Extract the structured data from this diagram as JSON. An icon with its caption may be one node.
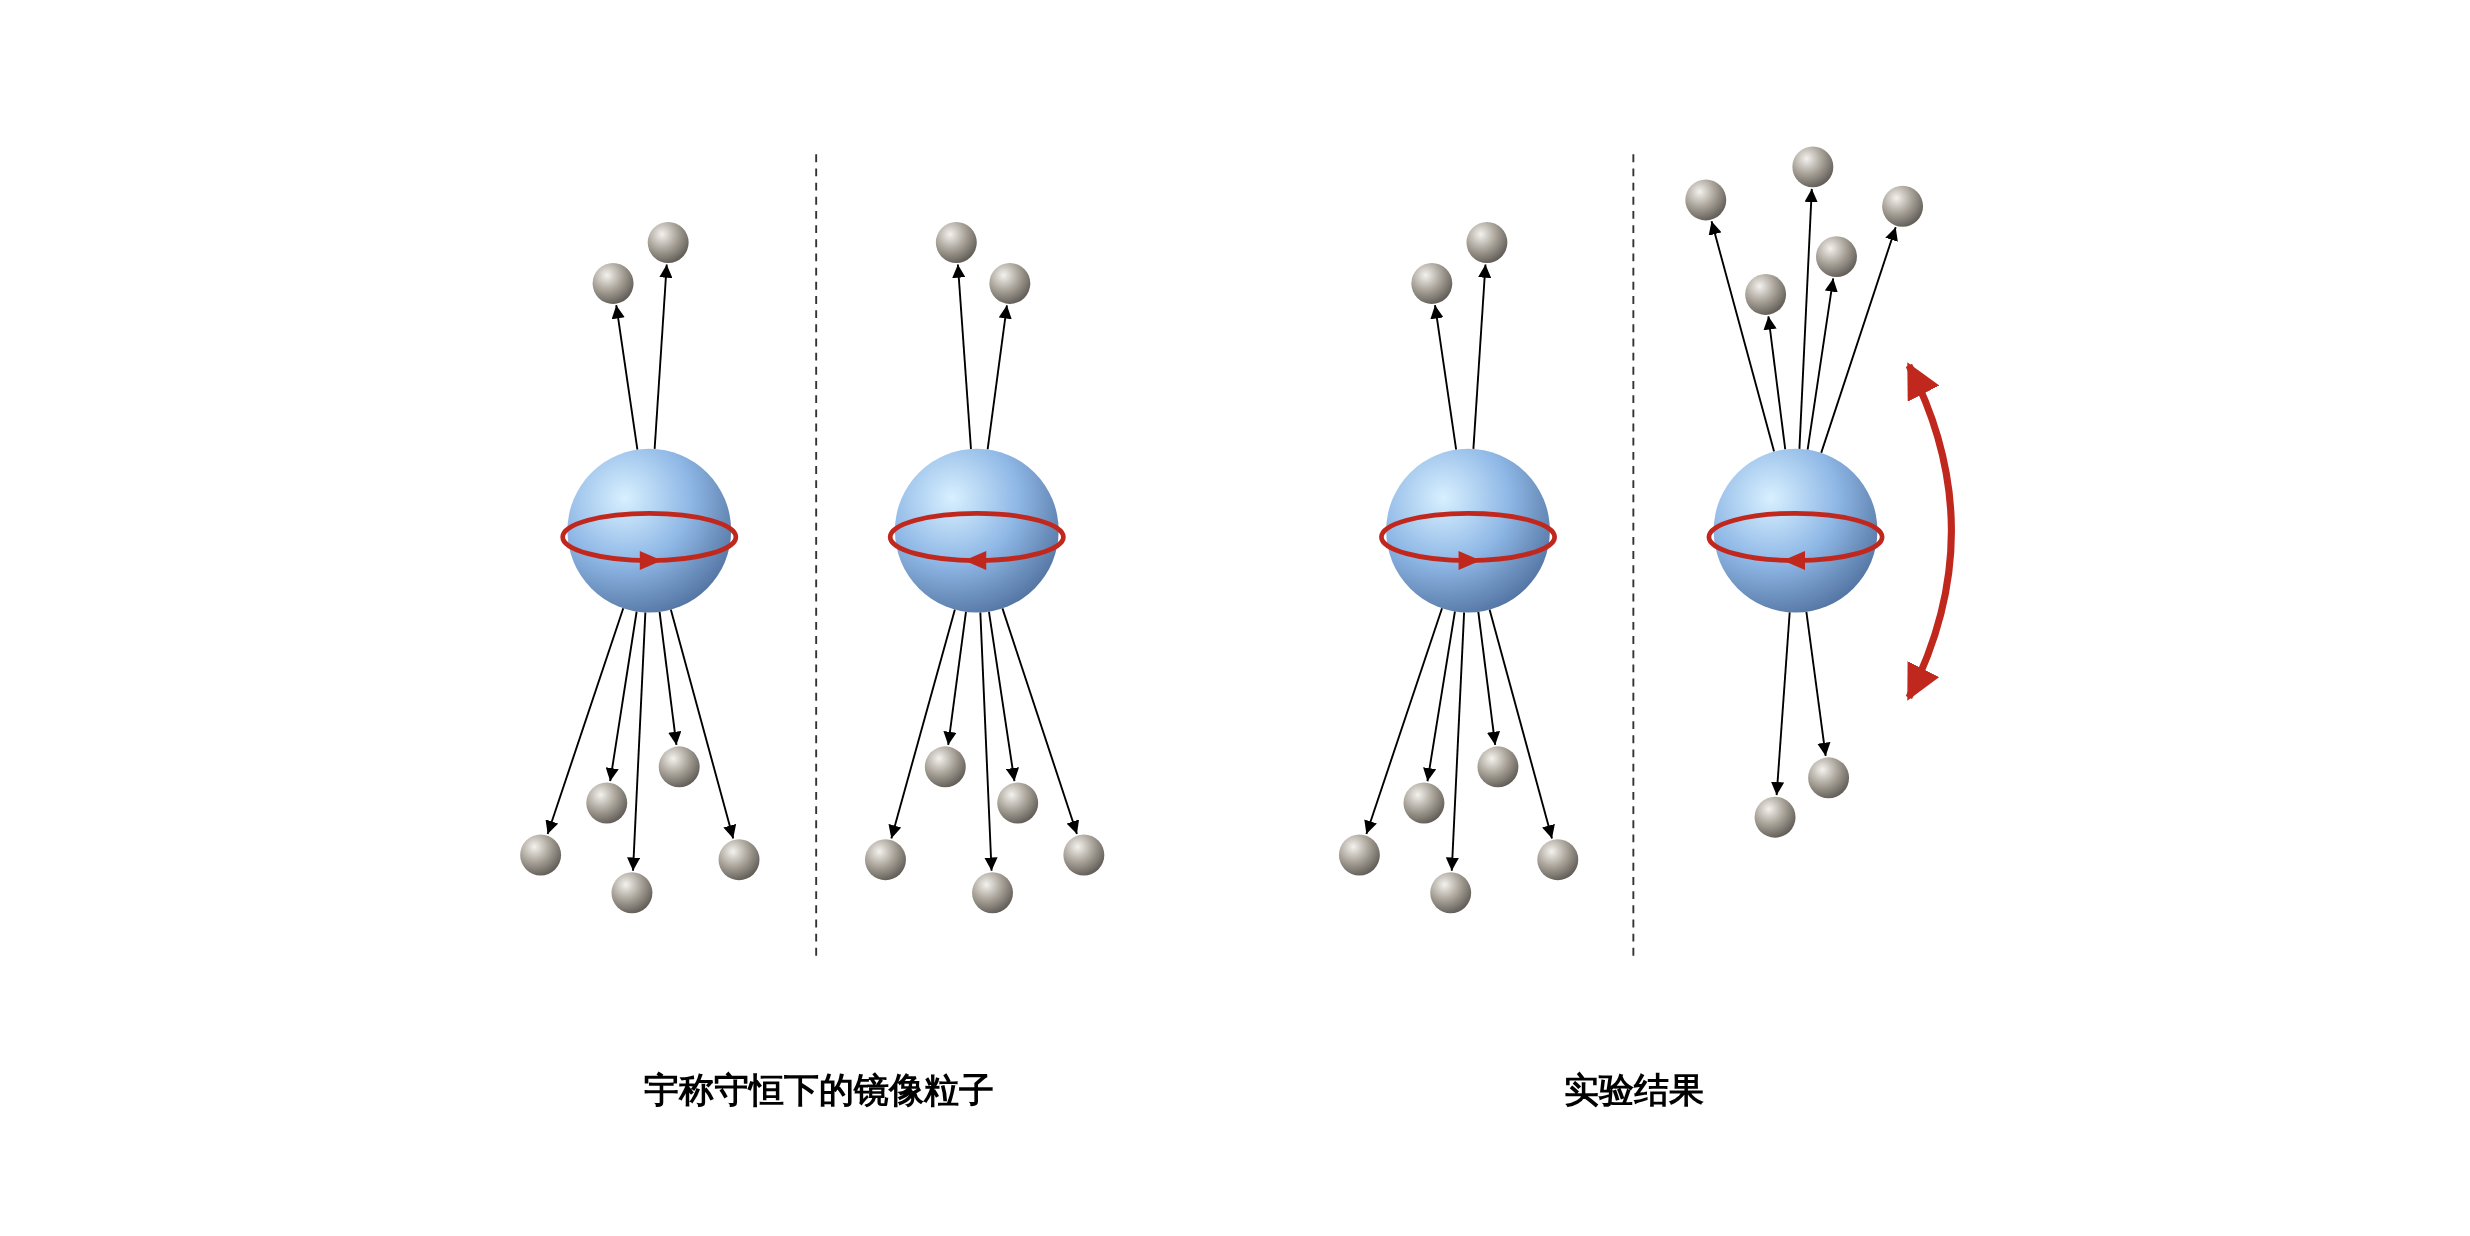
{
  "diagram": {
    "nodes": [
      {
        "text": [],
        "shape": "circle"
      },
      {
        "text": [],
        "shape": "circle"
      },
      {
        "text": [],
        "shape": "circle"
      },
      {
        "text": [],
        "shape": "circle"
      },
      {
        "text": [],
        "shape": "circle"
      },
      {
        "text": [],
        "shape": "circle"
      },
      {
        "text": [],
        "shape": "circle"
      },
      {
        "text": [],
        "shape": "circle"
      },
      {
        "text": [],
        "shape": "circle"
      },
      {
        "text": [],
        "shape": "circle"
      },
      {
        "text": [],
        "shape": "circle"
      },
      {
        "text": [],
        "shape": "circle"
      },
      {
        "text": [],
        "shape": "circle"
      },
      {
        "text": [],
        "shape": "circle"
      },
      {
        "text": [],
        "shape": "circle"
      },
      {
        "text": [],
        "shape": "circle"
      },
      {
        "text": [],
        "shape": "circle"
      },
      {
        "text": [],
        "shape": "circle"
      },
      {
        "text": [],
        "shape": "circle"
      },
      {
        "text": [],
        "shape": "circle"
      },
      {
        "text": [],
        "shape": "circle"
      },
      {
        "text": [],
        "shape": "circle"
      },
      {
        "text": [],
        "shape": "circle"
      },
      {
        "text": [],
        "shape": "circle"
      },
      {
        "text": [],
        "shape": "circle"
      },
      {
        "text": [],
        "shape": "circle"
      },
      {
        "text": [],
        "shape": "circle"
      },
      {
        "text": [],
        "shape": "circle"
      },
      {
        "text": [],
        "shape": "circle"
      },
      {
        "text": [],
        "shape": "circle"
      },
      {
        "text": [],
        "shape": "circle"
      },
      {
        "text": [],
        "shape": "circle"
      }
    ],
    "edges": [
      {
        "from": 2,
        "to": 0,
        "arrow": "to"
      },
      {
        "from": 2,
        "to": 1,
        "arrow": "to"
      },
      {
        "from": 2,
        "to": 3,
        "arrow": "to"
      },
      {
        "from": 2,
        "to": 4,
        "arrow": "to"
      },
      {
        "from": 2,
        "to": 5,
        "arrow": "to"
      },
      {
        "from": 2,
        "to": 6,
        "arrow": "to"
      },
      {
        "from": 2,
        "to": 7,
        "arrow": "to"
      },
      {
        "from": 10,
        "to": 8,
        "arrow": "to"
      },
      {
        "from": 10,
        "to": 9,
        "arrow": "to"
      },
      {
        "from": 10,
        "to": 11,
        "arrow": "to"
      },
      {
        "from": 10,
        "to": 12,
        "arrow": "to"
      },
      {
        "from": 10,
        "to": 13,
        "arrow": "to"
      },
      {
        "from": 10,
        "to": 14,
        "arrow": "to"
      },
      {
        "from": 10,
        "to": 15,
        "arrow": "to"
      },
      {
        "from": 18,
        "to": 16,
        "arrow": "to"
      },
      {
        "from": 18,
        "to": 17,
        "arrow": "to"
      },
      {
        "from": 18,
        "to": 19,
        "arrow": "to"
      },
      {
        "from": 18,
        "to": 20,
        "arrow": "to"
      },
      {
        "from": 18,
        "to": 21,
        "arrow": "to"
      },
      {
        "from": 18,
        "to": 22,
        "arrow": "to"
      },
      {
        "from": 18,
        "to": 23,
        "arrow": "to"
      },
      {
        "from": 29,
        "to": 24,
        "arrow": "to"
      },
      {
        "from": 29,
        "to": 25,
        "arrow": "to"
      },
      {
        "from": 29,
        "to": 26,
        "arrow": "to"
      },
      {
        "from": 29,
        "to": 27,
        "arrow": "to"
      },
      {
        "from": 29,
        "to": 28,
        "arrow": "to"
      },
      {
        "from": 29,
        "to": 30,
        "arrow": "to"
      },
      {
        "from": 29,
        "to": 31,
        "arrow": "to"
      }
    ],
    "labels": [
      "宇称守恒下的镜像粒子",
      "实验结果"
    ]
  }
}
